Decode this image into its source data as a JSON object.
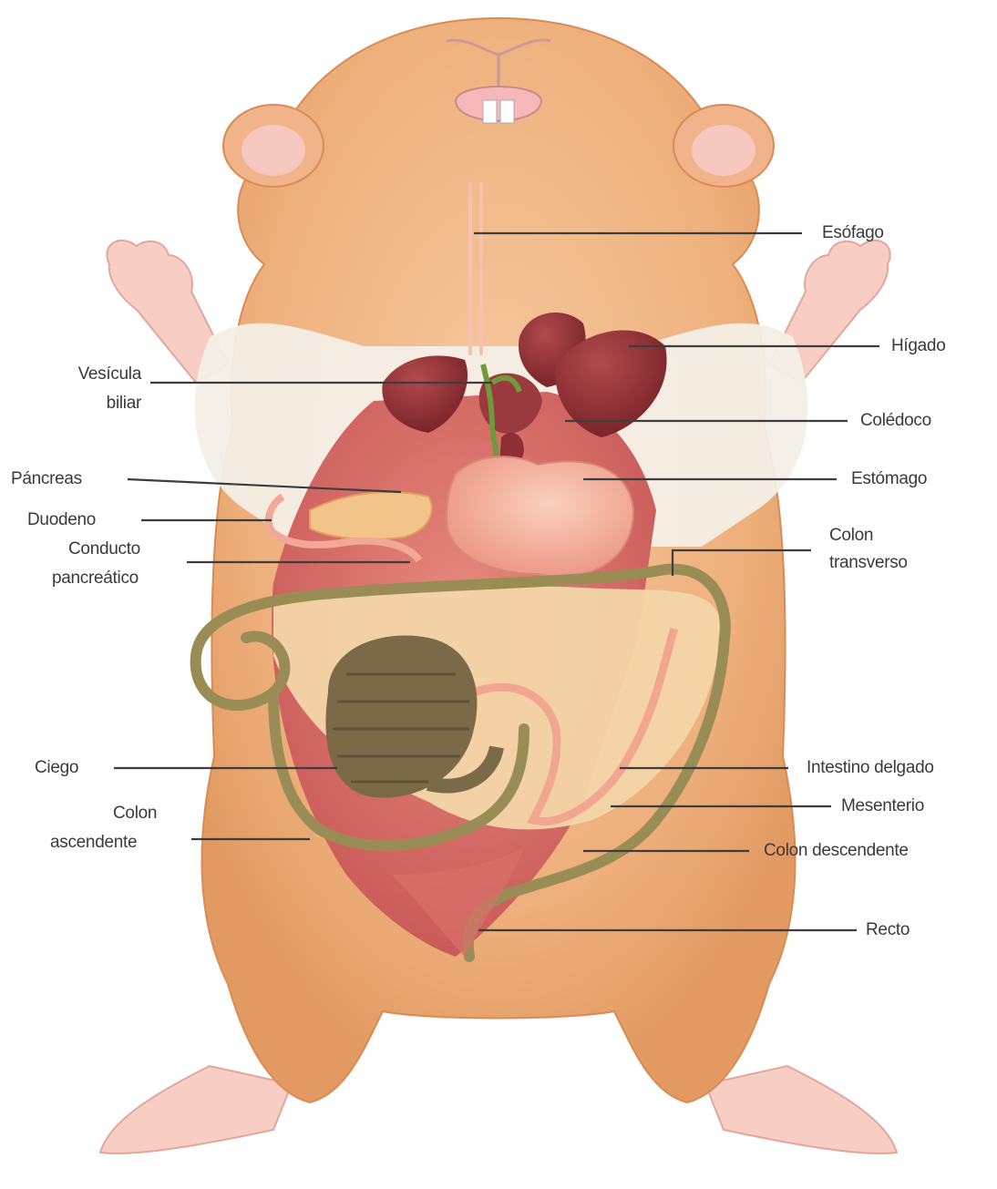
{
  "labels": {
    "esofago": "Esófago",
    "higado": "Hígado",
    "vesicula_l1": "Vesícula",
    "vesicula_l2": "biliar",
    "coledoco": "Colédoco",
    "pancreas": "Páncreas",
    "estomago": "Estómago",
    "duodeno": "Duodeno",
    "conducto_l1": "Conducto",
    "conducto_l2": "pancreático",
    "colon_transverso_l1": "Colon",
    "colon_transverso_l2": "transverso",
    "ciego": "Ciego",
    "intestino_delgado": "Intestino delgado",
    "mesenterio": "Mesenterio",
    "colon_ascendente_l1": "Colon",
    "colon_ascendente_l2": "ascendente",
    "colon_descendente": "Colon descendente",
    "recto": "Recto"
  },
  "colors": {
    "fur": "#f0b88a",
    "fur_dark": "#e09a62",
    "belly_white": "#f4efe6",
    "skin_pink": "#f6c8c0",
    "liver": "#8e2f34",
    "cavity": "#d9706a",
    "stomach": "#f2a895",
    "pancreas": "#f3c48a",
    "mesentery": "#f3d6a8",
    "colon": "#9a8c55",
    "cecum": "#7a6a48",
    "bile": "#6f9a3a",
    "leader_line": "#3d3d3d"
  }
}
